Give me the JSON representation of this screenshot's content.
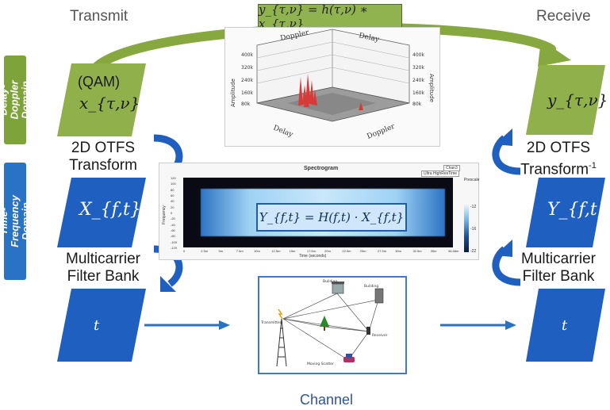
{
  "header": {
    "transmit": "Transmit",
    "receive": "Receive",
    "io_relation": "y_{τ,ν} = h(τ,ν) ∗ x_{τ,ν}"
  },
  "domains": {
    "delay_doppler": "Delay-Doppler Domain",
    "time_frequency": "Time-Frequency Domain"
  },
  "transmitter": {
    "dd_symbol_qam": "(QAM)",
    "dd_symbol": "x_{τ,ν}",
    "tf_symbol": "X_{f,t}",
    "time_symbol": "t",
    "otfs_label_1": "2D OTFS",
    "otfs_label_2": "Transform",
    "mc_label_1": "Multicarrier",
    "mc_label_2": "Filter Bank"
  },
  "receiver": {
    "dd_symbol": "y_{τ,ν}",
    "tf_symbol": "Y_{f,t}",
    "time_symbol": "t",
    "otfs_label_1": "2D OTFS",
    "otfs_label_2": "Transform",
    "otfs_superscript": "-1",
    "mc_label_1": "Multicarrier",
    "mc_label_2": "Filter Bank"
  },
  "plot3d": {
    "axis_doppler": "Doppler",
    "axis_delay": "Delay",
    "axis_amplitude": "Amplitude",
    "z_ticks": [
      "400k",
      "320k",
      "240k",
      "160k",
      "80k"
    ],
    "peak_color": "#d83a3a"
  },
  "spectrogram": {
    "title": "Spectrogram",
    "equation": "Y_{f,t} = H(f,t) · X_{f,t}",
    "dropdown_channel": "Chan3",
    "dropdown_mode": "Ultra HighResTime",
    "option_label": "Prescale",
    "ylabel": "Frequency",
    "xlabel": "Time (seconds)",
    "y_ticks": [
      "120",
      "100",
      "80",
      "60",
      "40",
      "20",
      "0",
      "-20",
      "-40",
      "-60",
      "-80",
      "-100",
      "-120"
    ],
    "x_ticks": [
      "0",
      "2.5m",
      "5m",
      "7.5m",
      "10m",
      "12.5m",
      "15m",
      "17.5m",
      "20m",
      "22.5m",
      "25m",
      "27.5m",
      "30m",
      "32.5m",
      "35m",
      "36.58m"
    ],
    "colorbar_ticks": [
      "-12",
      "-16",
      "-22"
    ]
  },
  "channel": {
    "title": "Channel",
    "transmitter": "Transmitter",
    "receiver": "Receiver",
    "building1": "Building",
    "building2": "Building",
    "scatter": "Moving Scatter"
  },
  "colors": {
    "green": "#8fb04a",
    "green_dark": "#6f8f2e",
    "blue": "#1f5fbf",
    "blue_dark": "#164a9a",
    "domain_green": "#7ea33a",
    "domain_blue": "#2a72c6",
    "channel_title": "#2f5597"
  }
}
